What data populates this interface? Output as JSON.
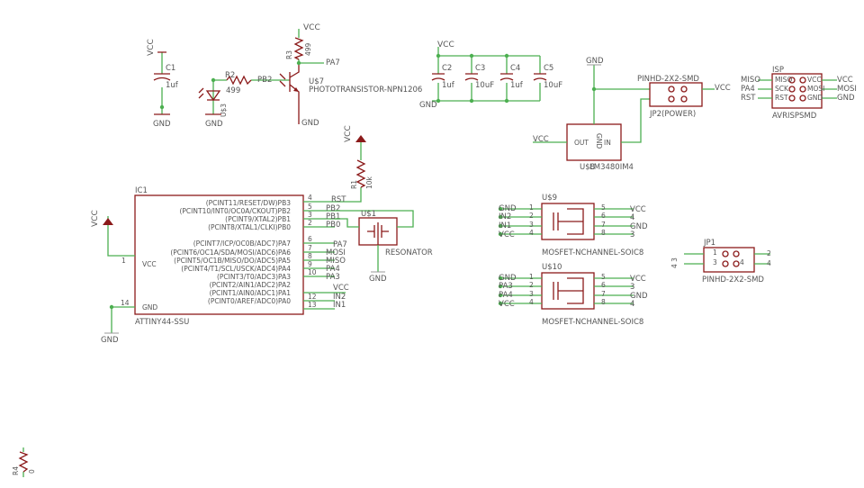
{
  "labels": {
    "vcc": "VCC",
    "gnd": "GND",
    "c1_name": "C1",
    "c1_val": "1uf",
    "r2_name": "R2",
    "r2_val": "499",
    "u3_name": "U$3",
    "r3_name": "R3",
    "r3_val": "499",
    "u7_name": "U$7",
    "u7_part": "PHOTOTRANSISTOR-NPN1206",
    "pa7": "PA7",
    "pb2": "PB2",
    "pb1": "PB1",
    "pb0": "PB0",
    "c2_name": "C2",
    "c2_val": "1uf",
    "c3_name": "C3",
    "c3_val": "10uF",
    "c4_name": "C4",
    "c4_val": "1uf",
    "c5_name": "C5",
    "c5_val": "10uF",
    "reg_name": "U$8",
    "reg_part": "LM3480IM4",
    "reg_out": "OUT",
    "reg_in": "IN",
    "reg_gnd": "GND",
    "jp2_part": "PINHD-2X2-SMD",
    "jp2_name": "JP2(POWER)",
    "isp_name": "ISP",
    "isp_part": "AVRISPSMD",
    "miso": "MISO",
    "mosi": "MOSI",
    "pa4": "PA4",
    "pa3": "PA3",
    "pa5": "PA5",
    "pa6": "PA6",
    "rst": "RST",
    "isp_pin_miso": "MISO",
    "isp_pin_sck": "SCK",
    "isp_pin_rst": "RST",
    "isp_pin_vcc": "VCC",
    "isp_pin_mosi": "MOSI",
    "isp_pin_gnd": "GND",
    "r1_name": "R1",
    "r1_val": "10k",
    "ic1_name": "IC1",
    "ic1_part": "ATTINY44-SSU",
    "ic1_vcc": "VCC",
    "ic1_gnd": "GND",
    "ic1_pins": [
      "(PCINT11/RESET/DW)PB3",
      "(PCINT10/INT0/OC0A/CKOUT)PB2",
      "(PCINT9/XTAL2)PB1",
      "(PCINT8/XTAL1/CLKI)PB0",
      "(PCINT7/ICP/OC0B/ADC7)PA7",
      "(PCINT6/OC1A/SDA/MOSI/ADC6)PA6",
      "(PCINT5/OC1B/MISO/DO/ADC5)PA5",
      "(PCINT4/T1/SCL/USCK/ADC4)PA4",
      "(PCINT3/T0/ADC3)PA3",
      "(PCINT2/AIN1/ADC2)PA2",
      "(PCINT1/AIN0/ADC1)PA1",
      "(PCINT0/AREF/ADC0)PA0"
    ],
    "ic1_pin_nums": [
      "4",
      "5",
      "3",
      "2",
      "6",
      "7",
      "8",
      "9",
      "10",
      "12",
      "13"
    ],
    "ic1_nets": [
      "RST",
      "PB2",
      "PB1",
      "PB0",
      "PA7",
      "MOSI",
      "MISO",
      "PA4",
      "PA3",
      "VCC",
      "IN2",
      "IN1"
    ],
    "u1_name": "U$1",
    "u1_part": "RESONATOR",
    "u9_name": "U$9",
    "u10_name": "U$10",
    "mosfet_part": "MOSFET-NCHANNEL-SOIC8",
    "in1": "IN1",
    "in2": "IN2",
    "jp1_name": "JP1",
    "jp1_part": "PINHD-2X2-SMD",
    "r4_name": "R4",
    "r4_val": "0"
  }
}
